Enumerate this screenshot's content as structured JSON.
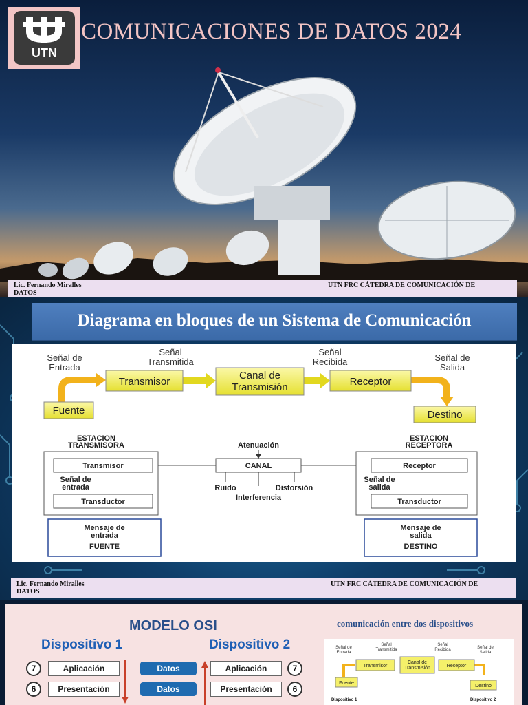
{
  "slide1": {
    "logo_text": "UTN",
    "title": "COMUNICACIONES DE DATOS 2024",
    "footer": {
      "author": "Lic. Fernando Miralles DATOS",
      "chair": "UTN FRC    CÁTEDRA DE COMUNICACIÓN DE"
    }
  },
  "slide2": {
    "title": "Diagrama en bloques de un Sistema de Comunicación",
    "diagram_top": {
      "signal_in": [
        "Señal de",
        "Entrada"
      ],
      "signal_tx": [
        "Señal",
        "Transmitida"
      ],
      "signal_rx": [
        "Señal",
        "Recibida"
      ],
      "signal_out": [
        "Señal de",
        "Salida"
      ],
      "transmisor": "Transmisor",
      "canal": [
        "Canal de",
        "Transmisión"
      ],
      "receptor": "Receptor",
      "fuente": "Fuente",
      "destino": "Destino"
    },
    "diagram_bottom": {
      "station_tx": [
        "ESTACION",
        "TRANSMISORA"
      ],
      "station_rx": [
        "ESTACION",
        "RECEPTORA"
      ],
      "atenuacion": "Atenuación",
      "canal": "CANAL",
      "ruido": "Ruido",
      "distorsion": "Distorsión",
      "interferencia": "Interferencia",
      "transmisor": "Transmisor",
      "senal_entrada": [
        "Señal de",
        "entrada"
      ],
      "transductor_tx": "Transductor",
      "mensaje_entrada": [
        "Mensaje de",
        "entrada"
      ],
      "fuente": "FUENTE",
      "receptor": "Receptor",
      "senal_salida": [
        "Señal de",
        "salida"
      ],
      "transductor_rx": "Transductor",
      "mensaje_salida": [
        "Mensaje de",
        "salida"
      ],
      "destino": "DESTINO"
    },
    "footer": {
      "author": "Lic. Fernando Miralles DATOS",
      "chair": "UTN FRC    CÁTEDRA DE COMUNICACIÓN DE"
    }
  },
  "slide3": {
    "osi_title": "MODELO OSI",
    "device1": "Dispositivo 1",
    "device2": "Dispositivo 2",
    "rows": [
      {
        "num": "7",
        "layer": "Aplicación",
        "datos": "Datos"
      },
      {
        "num": "6",
        "layer": "Presentación",
        "datos": "Datos"
      }
    ],
    "comm_title": "comunicación entre dos dispositivos",
    "mini": {
      "signal_in": [
        "Señal de",
        "Entrada"
      ],
      "signal_tx": [
        "Señal",
        "Transmitida"
      ],
      "signal_rx": [
        "Señal",
        "Recibida"
      ],
      "signal_out": [
        "Señal de",
        "Salida"
      ],
      "transmisor": "Transmisor",
      "canal": [
        "Canal de",
        "Transmisión"
      ],
      "receptor": "Receptor",
      "fuente": "Fuente",
      "destino": "Destino",
      "dev1": "Dispositivo 1",
      "dev2": "Dispositivo 2"
    }
  },
  "colors": {
    "title_pink": "#f2c4c4",
    "footer_bg": "#ecdff0",
    "block_yellow": "#f5f06a",
    "arrow_orange": "#f2b21b",
    "osi_blue": "#1f6bb0"
  }
}
